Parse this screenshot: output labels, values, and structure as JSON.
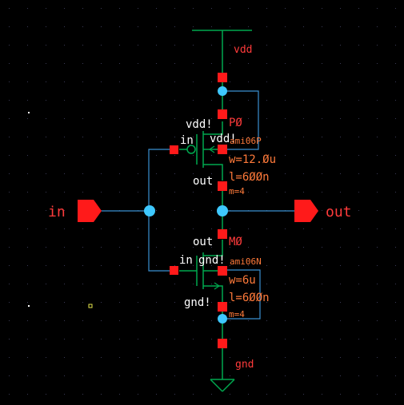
{
  "colors": {
    "background": "#000000",
    "grid": "#3a3a55",
    "wire": "#00a84f",
    "selected_wire": "#3a8fd0",
    "pin": "#ff1a1a",
    "junction": "#3ec8ff",
    "label_white": "#ffffff",
    "label_red": "#ff3b3b",
    "label_orange": "#ff7a3a",
    "marker_yellow": "#e6e64d"
  },
  "labels": {
    "vdd_net": "vdd",
    "gnd_net": "gnd",
    "in_pin": "in",
    "out_pin": "out",
    "pmos": {
      "instance": "PØ",
      "model": "ami06P",
      "width": "w=12.Øu",
      "length": "l=6ØØn",
      "mult": "m=4",
      "gate": "in",
      "drain": "out",
      "source_global": "vdd!",
      "bulk_global": "vdd!"
    },
    "nmos": {
      "instance": "MØ",
      "model": "ami06N",
      "width": "w=6u",
      "length": "l=6ØØn",
      "mult": "m=4",
      "gate": "in",
      "drain": "out",
      "source_global": "gnd!",
      "bulk_global": "gnd!"
    }
  },
  "icons": {
    "input_pin": "input-pin-icon",
    "output_pin": "output-pin-icon",
    "vdd_supply": "vdd-supply-icon",
    "gnd_symbol": "ground-icon"
  }
}
